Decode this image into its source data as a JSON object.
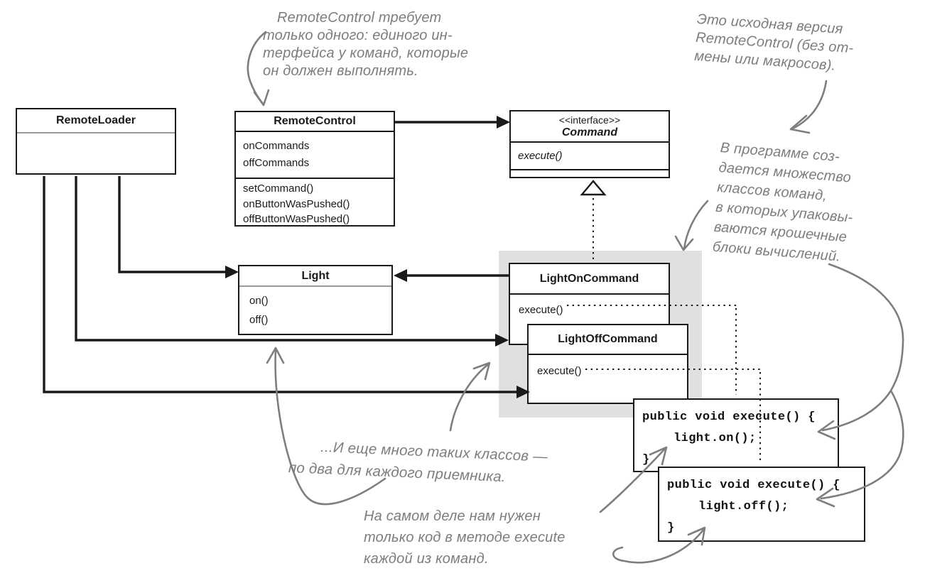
{
  "diagram": {
    "classes": {
      "remote_loader": {
        "name": "RemoteLoader"
      },
      "remote_control": {
        "name": "RemoteControl",
        "fields": [
          "onCommands",
          "offCommands"
        ],
        "methods": [
          "setCommand()",
          "onButtonWasPushed()",
          "offButtonWasPushed()"
        ]
      },
      "command": {
        "stereotype": "<<interface>>",
        "name": "Command",
        "methods": [
          "execute()"
        ]
      },
      "light": {
        "name": "Light",
        "methods": [
          "on()",
          "off()"
        ]
      },
      "light_on_command": {
        "name": "LightOnCommand",
        "methods": [
          "execute()"
        ]
      },
      "light_off_command": {
        "name": "LightOffCommand",
        "methods": [
          "execute()"
        ]
      }
    },
    "code_snippets": {
      "execute_on": {
        "line1": "public void execute() {",
        "line2": "light.on();",
        "line3": "}"
      },
      "execute_off": {
        "line1": "public void execute() {",
        "line2": "light.off();",
        "line3": "}"
      }
    },
    "annotations": {
      "remote_control_note": "RemoteControl требует\nтолько одного: единого ин-\nтерфейса у команд, которые\nон должен выполнять.",
      "original_version_note": "Это исходная версия\nRemoteControl (без от-\nмены или макросов).",
      "command_classes_note": "В программе соз-\nдается множество\nклассов команд,\nв которых упаковы-\nваются крошечные\nблоки вычислений.",
      "more_classes_note": "...И еще много таких классов —\nпо два для каждого приемника.",
      "execute_code_note": "На самом деле нам нужен\nтолько код в методе execute\nкаждой из команд."
    },
    "colors": {
      "box_border": "#1a1a1a",
      "highlight_bg": "#e0e0e0",
      "annotation": "#7d7d7d"
    }
  }
}
